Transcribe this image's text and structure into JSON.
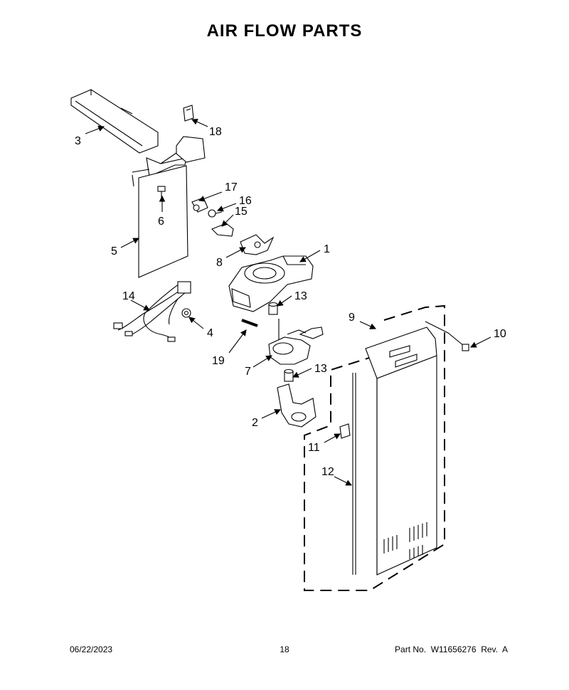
{
  "title": "AIR FLOW PARTS",
  "callouts": {
    "c1": "1",
    "c2": "2",
    "c3": "3",
    "c4": "4",
    "c5": "5",
    "c6": "6",
    "c7": "7",
    "c8": "8",
    "c9": "9",
    "c10": "10",
    "c11": "11",
    "c12": "12",
    "c13a": "13",
    "c13b": "13",
    "c14": "14",
    "c15": "15",
    "c16": "16",
    "c17": "17",
    "c18": "18",
    "c19": "19"
  },
  "footer": {
    "date": "06/22/2023",
    "page": "18",
    "part_number": "Part No.  W11656276  Rev.  A"
  }
}
